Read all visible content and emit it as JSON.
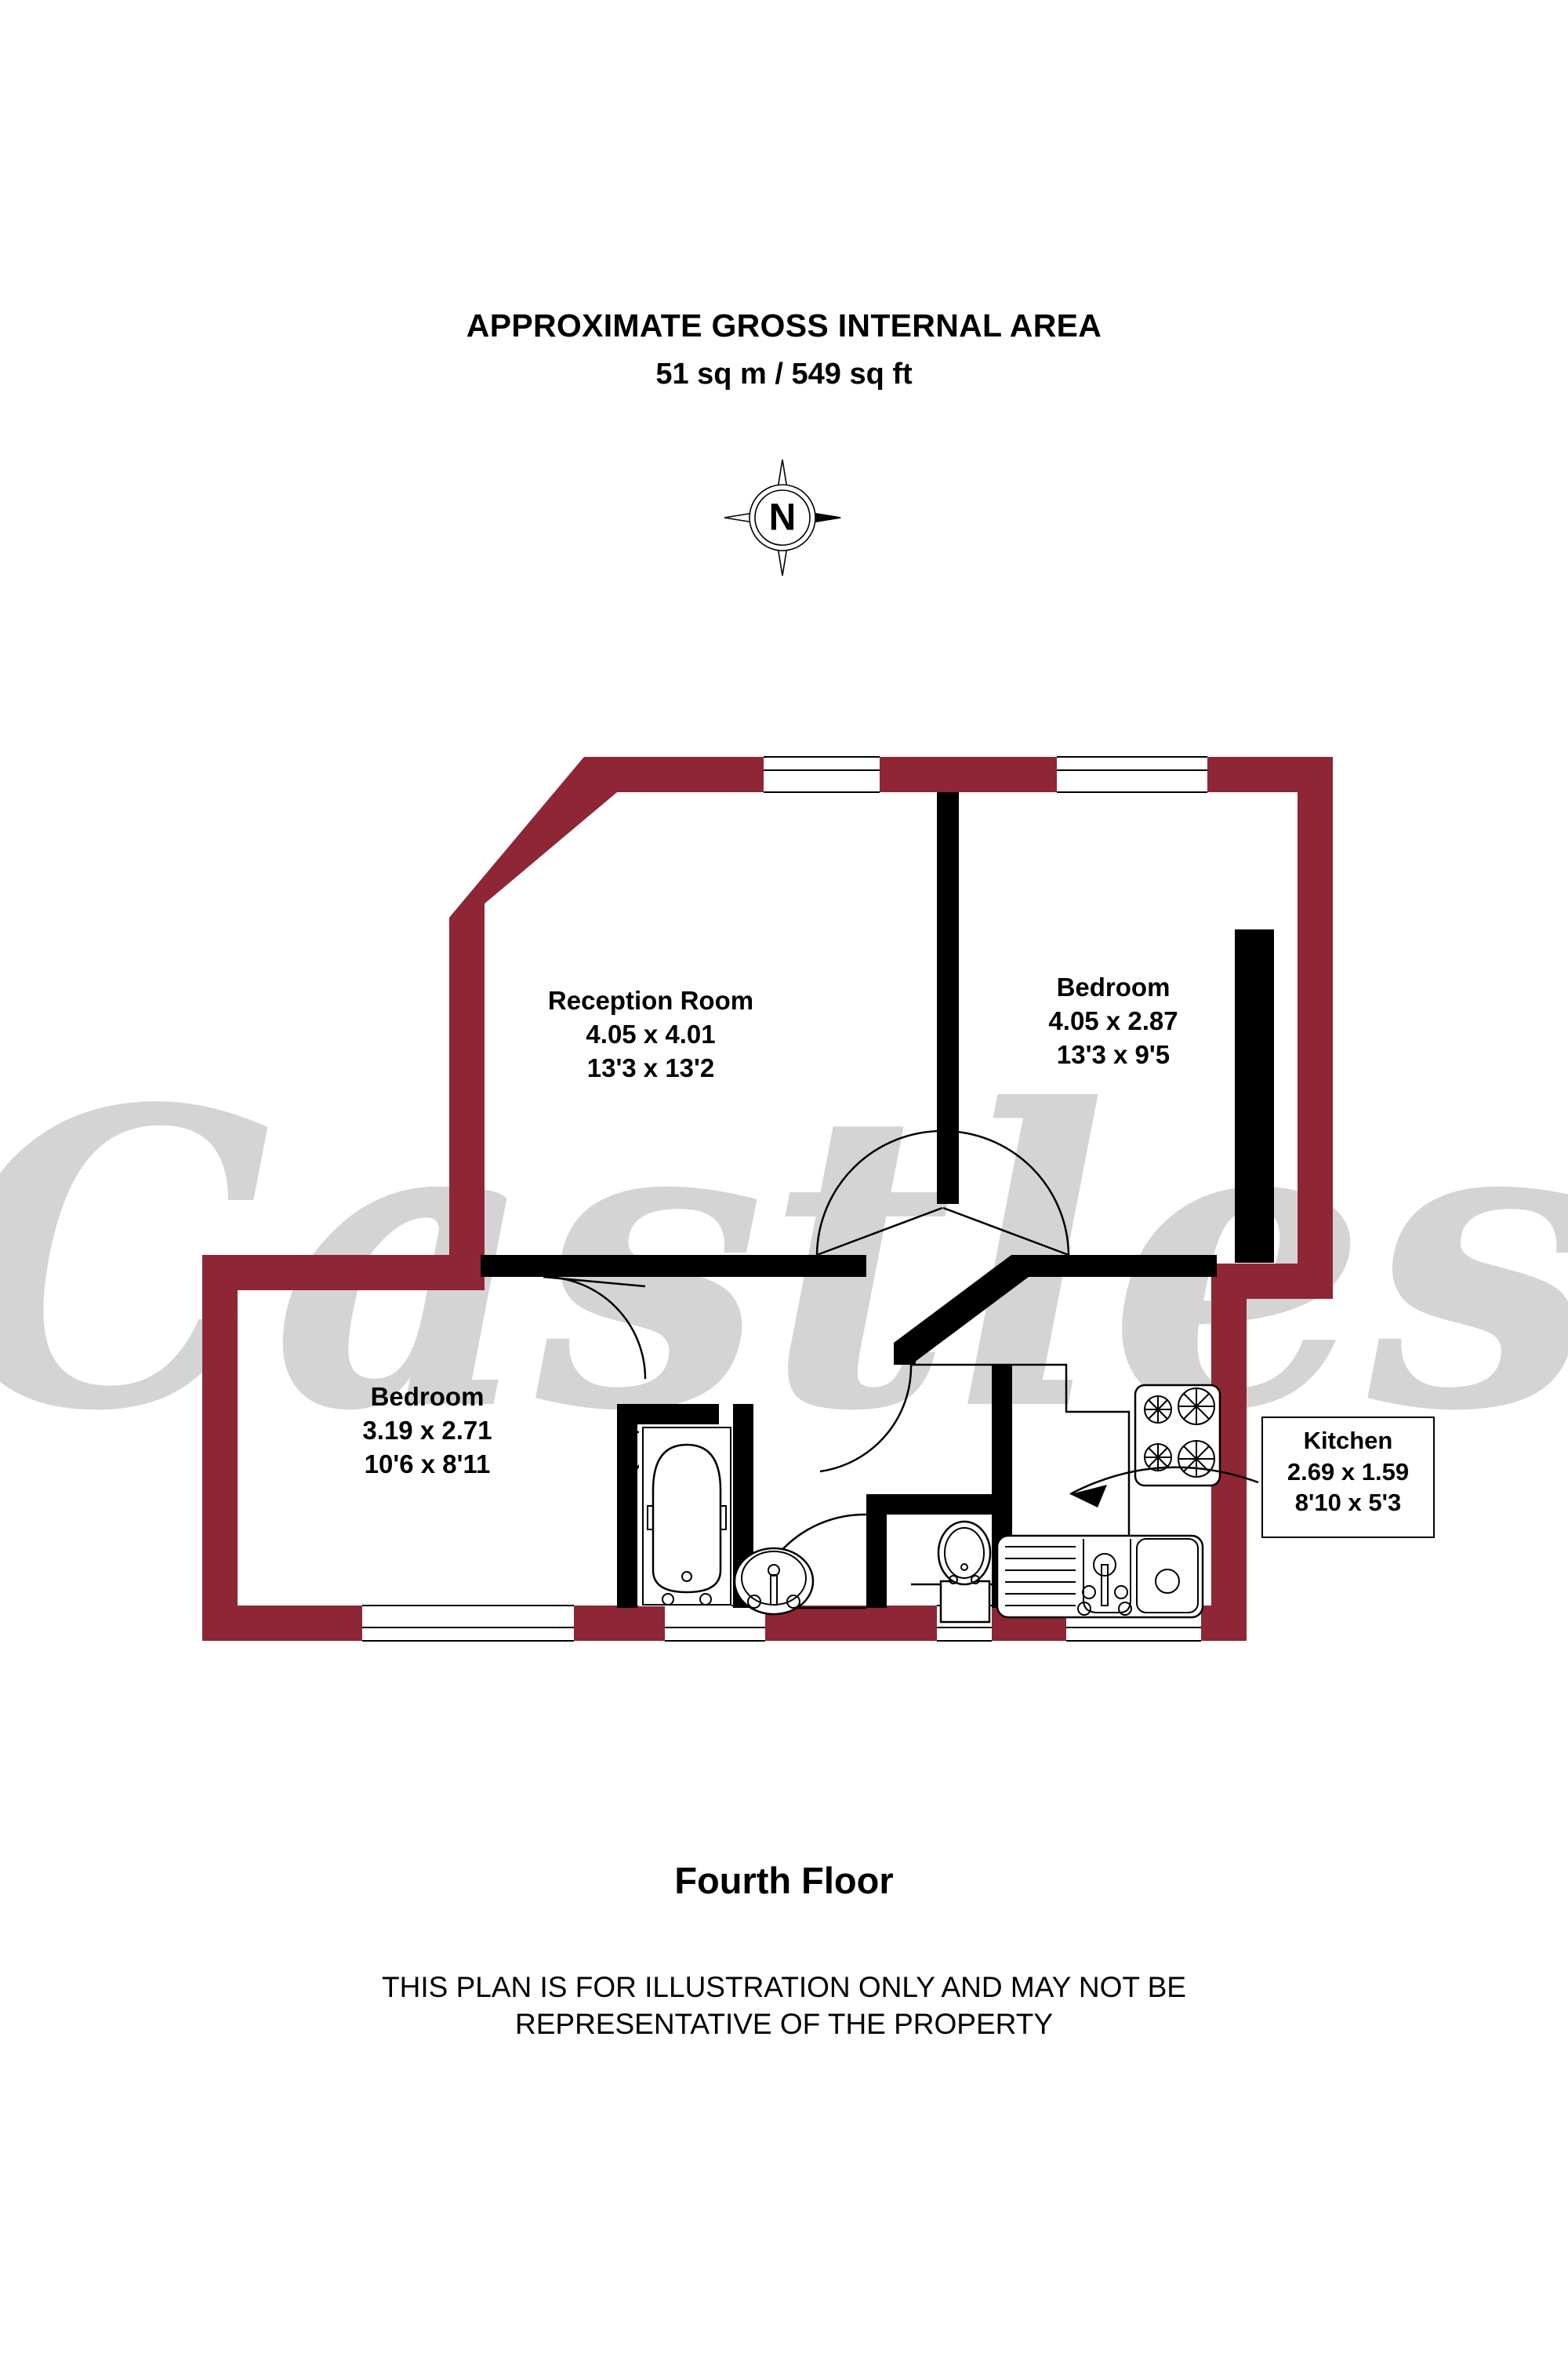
{
  "header": {
    "title": "APPROXIMATE GROSS INTERNAL AREA",
    "area": "51 sq m / 549 sq ft"
  },
  "compass": {
    "label": "N",
    "name": "north-compass-rose"
  },
  "watermark": {
    "text": "Castles",
    "color": "#d2d2d2"
  },
  "colors": {
    "exterior_wall": "#8e2635",
    "interior_wall": "#000000",
    "fixture_line": "#000000",
    "background": "#ffffff"
  },
  "rooms": [
    {
      "id": "reception",
      "name": "Reception Room",
      "metric": "4.05 x 4.01",
      "imperial": "13'3 x 13'2"
    },
    {
      "id": "bedroom1",
      "name": "Bedroom",
      "metric": "4.05 x 2.87",
      "imperial": "13'3 x 9'5"
    },
    {
      "id": "bedroom2",
      "name": "Bedroom",
      "metric": "3.19 x 2.71",
      "imperial": "10'6 x 8'11"
    },
    {
      "id": "kitchen",
      "name": "Kitchen",
      "metric": "2.69 x 1.59",
      "imperial": "8'10 x 5'3"
    }
  ],
  "footer": {
    "floor": "Fourth Floor",
    "disclaimer_line1": "THIS PLAN IS FOR ILLUSTRATION ONLY AND MAY NOT BE",
    "disclaimer_line2": "REPRESENTATIVE OF THE PROPERTY"
  },
  "fixtures": [
    "bathtub",
    "wash-basin",
    "wc-toilet",
    "kitchen-hob",
    "kitchen-sink",
    "radiator"
  ]
}
